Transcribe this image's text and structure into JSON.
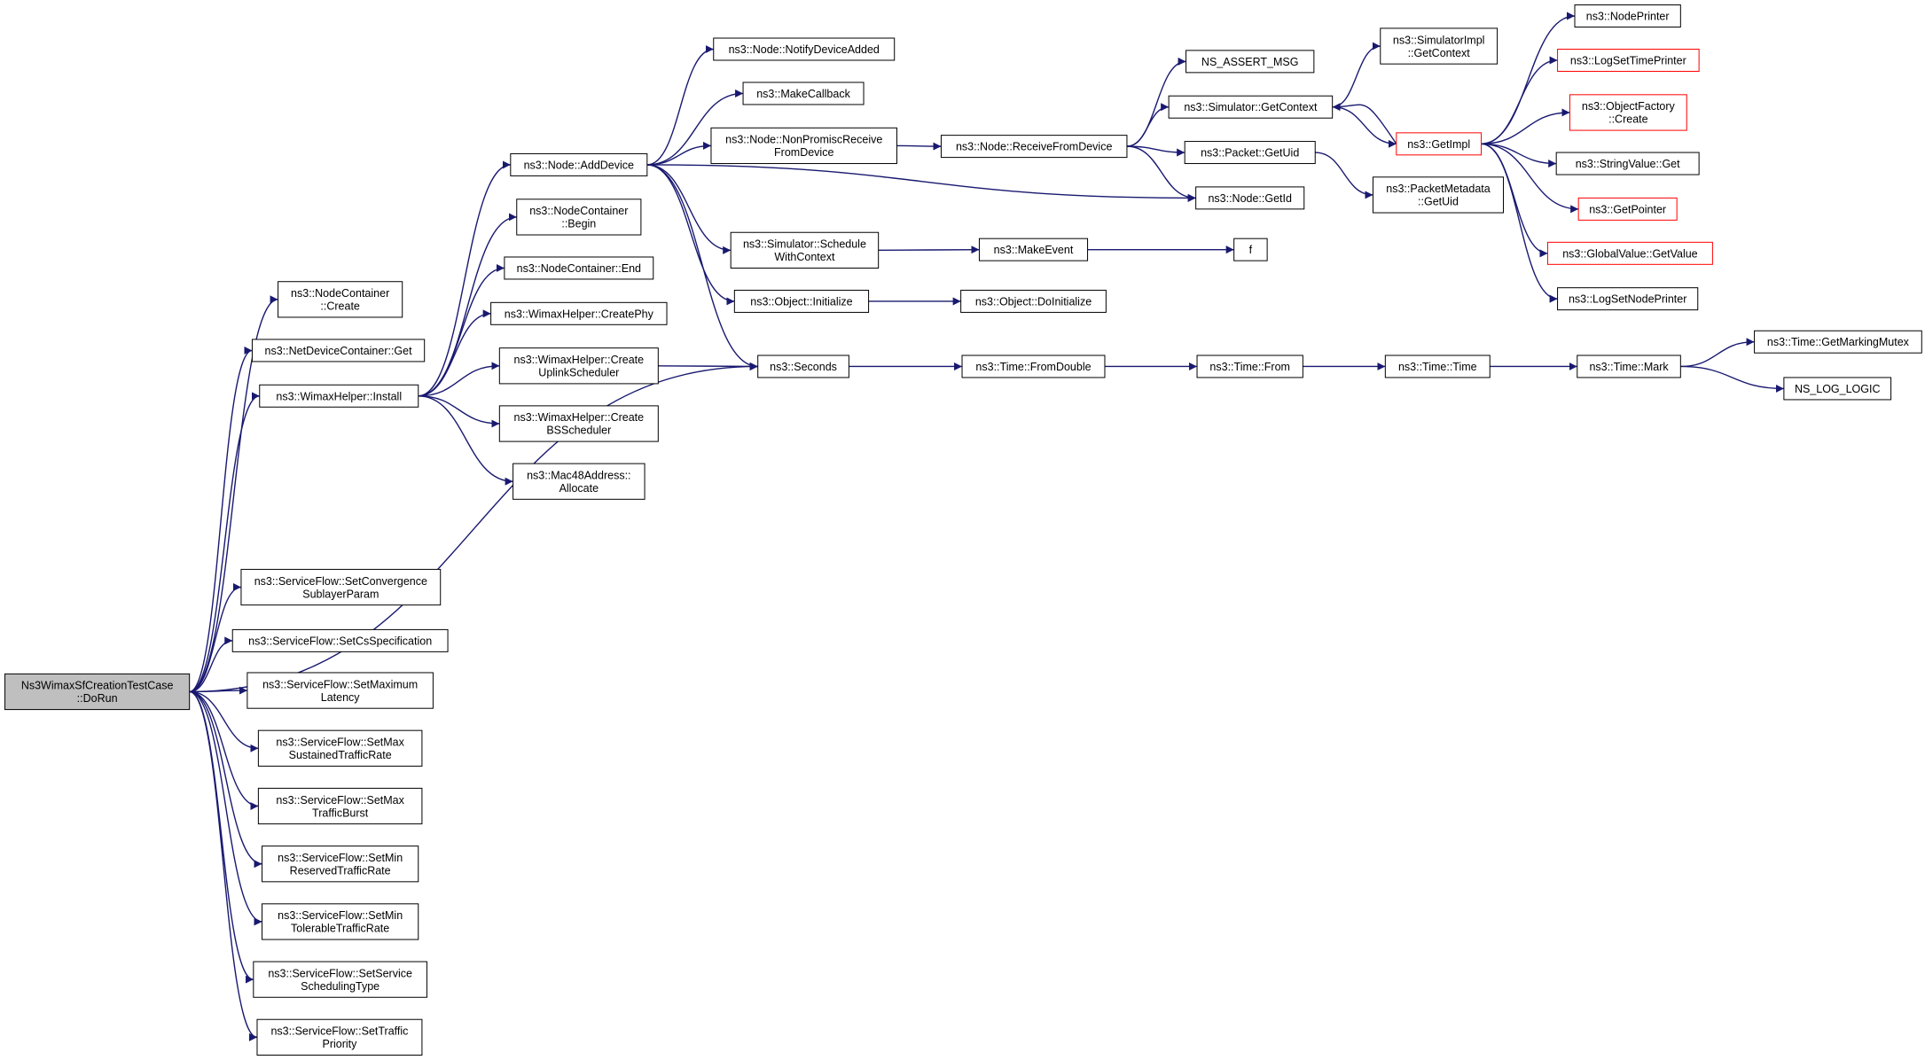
{
  "graph": {
    "edge_color": "#191970",
    "root_fill": "#bfbfbf",
    "truncated_border_color": "#ff0000",
    "nodes": [
      {
        "id": "root",
        "lines": [
          "Ns3WimaxSfCreationTestCase",
          "::DoRun"
        ],
        "root": true
      },
      {
        "id": "nc_create",
        "lines": [
          "ns3::NodeContainer",
          "::Create"
        ]
      },
      {
        "id": "ndc_get",
        "lines": [
          "ns3::NetDeviceContainer::Get"
        ]
      },
      {
        "id": "wh_install",
        "lines": [
          "ns3::WimaxHelper::Install"
        ]
      },
      {
        "id": "sf_conv",
        "lines": [
          "ns3::ServiceFlow::SetConvergence",
          "SublayerParam"
        ]
      },
      {
        "id": "sf_cs",
        "lines": [
          "ns3::ServiceFlow::SetCsSpecification"
        ]
      },
      {
        "id": "sf_maxlat",
        "lines": [
          "ns3::ServiceFlow::SetMaximum",
          "Latency"
        ]
      },
      {
        "id": "sf_maxsus",
        "lines": [
          "ns3::ServiceFlow::SetMax",
          "SustainedTrafficRate"
        ]
      },
      {
        "id": "sf_maxburst",
        "lines": [
          "ns3::ServiceFlow::SetMax",
          "TrafficBurst"
        ]
      },
      {
        "id": "sf_minres",
        "lines": [
          "ns3::ServiceFlow::SetMin",
          "ReservedTrafficRate"
        ]
      },
      {
        "id": "sf_mintol",
        "lines": [
          "ns3::ServiceFlow::SetMin",
          "TolerableTrafficRate"
        ]
      },
      {
        "id": "sf_sched",
        "lines": [
          "ns3::ServiceFlow::SetService",
          "SchedulingType"
        ]
      },
      {
        "id": "sf_prio",
        "lines": [
          "ns3::ServiceFlow::SetTraffic",
          "Priority"
        ]
      },
      {
        "id": "node_adddev",
        "lines": [
          "ns3::Node::AddDevice"
        ]
      },
      {
        "id": "nc_begin",
        "lines": [
          "ns3::NodeContainer",
          "::Begin"
        ]
      },
      {
        "id": "nc_end",
        "lines": [
          "ns3::NodeContainer::End"
        ]
      },
      {
        "id": "wh_phy",
        "lines": [
          "ns3::WimaxHelper::CreatePhy"
        ]
      },
      {
        "id": "wh_ul",
        "lines": [
          "ns3::WimaxHelper::Create",
          "UplinkScheduler"
        ]
      },
      {
        "id": "wh_bs",
        "lines": [
          "ns3::WimaxHelper::Create",
          "BSScheduler"
        ]
      },
      {
        "id": "mac48",
        "lines": [
          "ns3::Mac48Address::",
          "Allocate"
        ]
      },
      {
        "id": "node_notify",
        "lines": [
          "ns3::Node::NotifyDeviceAdded"
        ]
      },
      {
        "id": "makecb",
        "lines": [
          "ns3::MakeCallback"
        ]
      },
      {
        "id": "node_nonprom",
        "lines": [
          "ns3::Node::NonPromiscReceive",
          "FromDevice"
        ]
      },
      {
        "id": "sim_sched",
        "lines": [
          "ns3::Simulator::Schedule",
          "WithContext"
        ]
      },
      {
        "id": "obj_init",
        "lines": [
          "ns3::Object::Initialize"
        ]
      },
      {
        "id": "seconds",
        "lines": [
          "ns3::Seconds"
        ]
      },
      {
        "id": "node_recv",
        "lines": [
          "ns3::Node::ReceiveFromDevice"
        ]
      },
      {
        "id": "makeevent",
        "lines": [
          "ns3::MakeEvent"
        ]
      },
      {
        "id": "obj_doinit",
        "lines": [
          "ns3::Object::DoInitialize"
        ]
      },
      {
        "id": "time_fromdouble",
        "lines": [
          "ns3::Time::FromDouble"
        ]
      },
      {
        "id": "ns_assert",
        "lines": [
          "NS_ASSERT_MSG"
        ]
      },
      {
        "id": "sim_getctx",
        "lines": [
          "ns3::Simulator::GetContext"
        ]
      },
      {
        "id": "pkt_getuid",
        "lines": [
          "ns3::Packet::GetUid"
        ]
      },
      {
        "id": "node_getid",
        "lines": [
          "ns3::Node::GetId"
        ]
      },
      {
        "id": "f",
        "lines": [
          "f"
        ]
      },
      {
        "id": "time_from",
        "lines": [
          "ns3::Time::From"
        ]
      },
      {
        "id": "simimpl_getctx",
        "lines": [
          "ns3::SimulatorImpl",
          "::GetContext"
        ]
      },
      {
        "id": "getimpl",
        "lines": [
          "ns3::GetImpl"
        ],
        "truncated": true
      },
      {
        "id": "pm_getuid",
        "lines": [
          "ns3::PacketMetadata",
          "::GetUid"
        ]
      },
      {
        "id": "time_time",
        "lines": [
          "ns3::Time::Time"
        ]
      },
      {
        "id": "nodeprinter",
        "lines": [
          "ns3::NodePrinter"
        ]
      },
      {
        "id": "logsettime",
        "lines": [
          "ns3::LogSetTimePrinter"
        ],
        "truncated": true
      },
      {
        "id": "objfactory",
        "lines": [
          "ns3::ObjectFactory",
          "::Create"
        ],
        "truncated": true
      },
      {
        "id": "strval_get",
        "lines": [
          "ns3::StringValue::Get"
        ]
      },
      {
        "id": "getpointer",
        "lines": [
          "ns3::GetPointer"
        ],
        "truncated": true
      },
      {
        "id": "gv_getvalue",
        "lines": [
          "ns3::GlobalValue::GetValue"
        ],
        "truncated": true
      },
      {
        "id": "logsetnode",
        "lines": [
          "ns3::LogSetNodePrinter"
        ]
      },
      {
        "id": "time_mark",
        "lines": [
          "ns3::Time::Mark"
        ]
      },
      {
        "id": "time_getmutex",
        "lines": [
          "ns3::Time::GetMarkingMutex"
        ]
      },
      {
        "id": "ns_log_logic",
        "lines": [
          "NS_LOG_LOGIC"
        ]
      }
    ],
    "edges": [
      [
        "root",
        "nc_create"
      ],
      [
        "root",
        "ndc_get"
      ],
      [
        "root",
        "wh_install"
      ],
      [
        "root",
        "seconds"
      ],
      [
        "root",
        "sf_conv"
      ],
      [
        "root",
        "sf_cs"
      ],
      [
        "root",
        "sf_maxlat"
      ],
      [
        "root",
        "sf_maxsus"
      ],
      [
        "root",
        "sf_maxburst"
      ],
      [
        "root",
        "sf_minres"
      ],
      [
        "root",
        "sf_mintol"
      ],
      [
        "root",
        "sf_sched"
      ],
      [
        "root",
        "sf_prio"
      ],
      [
        "wh_install",
        "node_adddev"
      ],
      [
        "wh_install",
        "nc_begin"
      ],
      [
        "wh_install",
        "nc_end"
      ],
      [
        "wh_install",
        "wh_phy"
      ],
      [
        "wh_install",
        "wh_ul"
      ],
      [
        "wh_install",
        "wh_bs"
      ],
      [
        "wh_install",
        "mac48"
      ],
      [
        "node_adddev",
        "node_notify"
      ],
      [
        "node_adddev",
        "makecb"
      ],
      [
        "node_adddev",
        "node_nonprom"
      ],
      [
        "node_adddev",
        "sim_sched"
      ],
      [
        "node_adddev",
        "obj_init"
      ],
      [
        "node_adddev",
        "seconds"
      ],
      [
        "node_adddev",
        "node_getid"
      ],
      [
        "node_nonprom",
        "node_recv"
      ],
      [
        "node_recv",
        "ns_assert"
      ],
      [
        "node_recv",
        "sim_getctx"
      ],
      [
        "node_recv",
        "pkt_getuid"
      ],
      [
        "node_recv",
        "node_getid"
      ],
      [
        "sim_sched",
        "makeevent"
      ],
      [
        "makeevent",
        "f"
      ],
      [
        "obj_init",
        "obj_doinit"
      ],
      [
        "wh_ul",
        "seconds"
      ],
      [
        "seconds",
        "time_fromdouble"
      ],
      [
        "time_fromdouble",
        "time_from"
      ],
      [
        "time_from",
        "time_time"
      ],
      [
        "time_time",
        "time_mark"
      ],
      [
        "time_mark",
        "time_getmutex"
      ],
      [
        "time_mark",
        "ns_log_logic"
      ],
      [
        "sim_getctx",
        "simimpl_getctx"
      ],
      [
        "sim_getctx",
        "getimpl"
      ],
      [
        "pkt_getuid",
        "pm_getuid"
      ],
      [
        "getimpl",
        "sim_getctx"
      ],
      [
        "getimpl",
        "nodeprinter"
      ],
      [
        "getimpl",
        "logsettime"
      ],
      [
        "getimpl",
        "objfactory"
      ],
      [
        "getimpl",
        "strval_get"
      ],
      [
        "getimpl",
        "getpointer"
      ],
      [
        "getimpl",
        "gv_getvalue"
      ],
      [
        "getimpl",
        "logsetnode"
      ]
    ]
  }
}
